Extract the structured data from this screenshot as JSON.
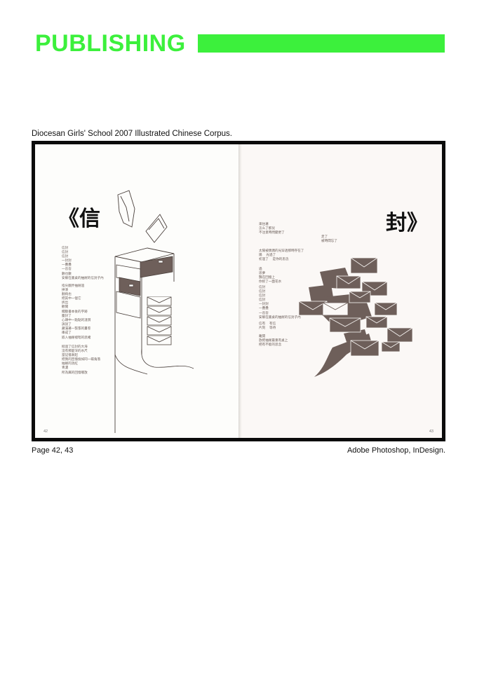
{
  "header": {
    "title": "PUBLISHING",
    "accent_color": "#3cf03c"
  },
  "caption": "Diocesan Girls' School 2007 Illustrated Chinese Corpus.",
  "spread": {
    "left_page": {
      "title": "《信",
      "page_number": "42",
      "verses": [
        "信封\n信封\n信封\n一封封\n一疊疊\n一沓沓\n數也數\n安躺在書桌的抽屜的信封子內",
        "指尖翻弄抽屜過\n拼湊\n翻飛也\n把其中一個它\n拆出\n觀閱",
        "擱壓書本後的字跡\n塵封了\n心頭中一點點的漣漪\n訴說了\n藏滿著一張張的畫卷\n串成了\n嵌入抽屜裡暗的思緒",
        "掀過了信封的大海\n沒有那麼深的水尺\n當記憶漸起\n把我的回憶換如同一碟角落\n抽屜的消紅\n青濃\n所為厲的回憶嘟放"
      ]
    },
    "right_page": {
      "title": "封》",
      "page_number": "43",
      "verses": [
        "來往著\n怎么了那兒\n不注意時問變更了",
        "走了\n被時間忘了",
        "太陽被偶偶的光穿透那時存在了\n陽    光過了\n初溫了    是你的思念",
        "過\n思夢\n飄在回憶上\n你抓了一面花水",
        "信封\n信封\n信封\n信封\n一封封\n一疊疊\n一沓沓\n安躺在書桌的抽屜的信封子內",
        "信有    有信\n片刻    等待",
        "離開\n放把抽屜最重有桌上\n把有不能的思念"
      ]
    }
  },
  "footer": {
    "pages": "Page 42, 43",
    "tools": "Adobe Photoshop, InDesign."
  }
}
